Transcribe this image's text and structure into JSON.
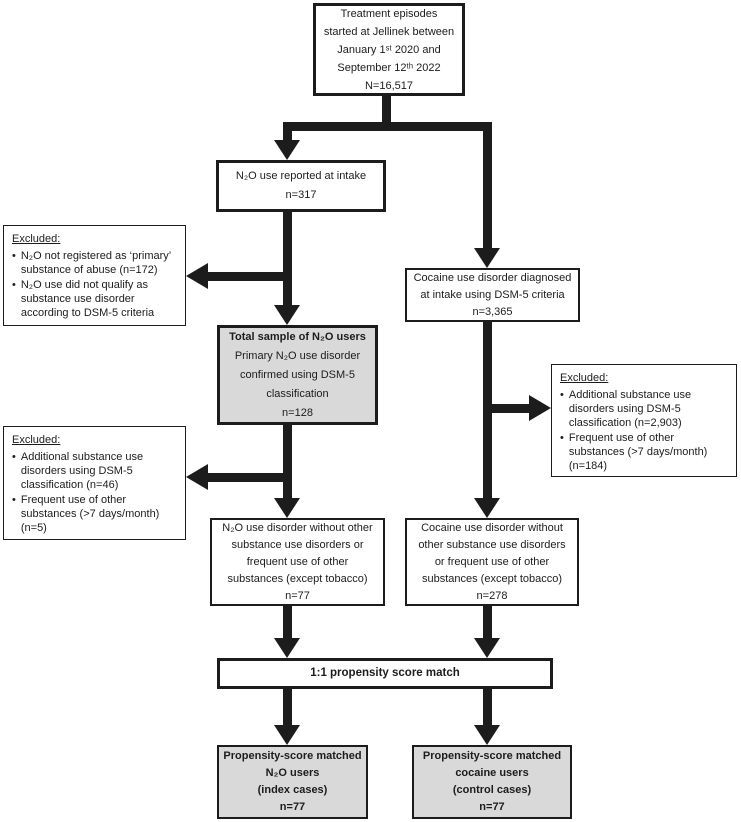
{
  "diagram": {
    "bullet_glyph": "•",
    "colors": {
      "line": "#1c1c1c",
      "box_fill": "#ffffff",
      "highlight_fill": "#d9d9d9",
      "background": "#ffffff"
    },
    "boxes": {
      "treatment_episodes": {
        "lines": [
          "Treatment episodes",
          "started at Jellinek between",
          "January 1ˢᵗ 2020 and",
          "September 12ᵗʰ 2022",
          "N=16,517"
        ]
      },
      "n2o_intake": {
        "lines": [
          "N₂O use reported at intake",
          "n=317"
        ]
      },
      "excluded_n2o_intake": {
        "title": "Excluded:",
        "items": [
          "N₂O not registered as ‘primary’ substance of abuse (n=172)",
          "N₂O use did not qualify as substance use disorder according to DSM-5 criteria"
        ]
      },
      "cocaine_intake": {
        "lines": [
          "Cocaine use disorder diagnosed",
          "at intake using DSM-5 criteria",
          "n=3,365"
        ]
      },
      "total_n2o_sample": {
        "title": "Total sample of N₂O users",
        "lines": [
          "Primary N₂O use disorder",
          "confirmed using DSM-5",
          "classification",
          "n=128"
        ]
      },
      "excluded_cocaine": {
        "title": "Excluded:",
        "items": [
          "Additional substance use disorders using DSM-5 classification (n=2,903)",
          "Frequent use of other substances (>7 days/month) (n=184)"
        ]
      },
      "excluded_n2o_disorders": {
        "title": "Excluded:",
        "items": [
          "Additional substance use disorders using DSM-5 classification (n=46)",
          "Frequent use of other substances (>7 days/month) (n=5)"
        ]
      },
      "n2o_clean": {
        "lines": [
          "N₂O use disorder without other",
          "substance use disorders or",
          "frequent use of other",
          "substances (except tobacco)",
          "n=77"
        ]
      },
      "cocaine_clean": {
        "lines": [
          "Cocaine use disorder without",
          "other substance use disorders",
          "or frequent use of other",
          "substances (except tobacco)",
          "n=278"
        ]
      },
      "propensity_match": {
        "label": "1:1 propensity score match"
      },
      "matched_n2o": {
        "lines": [
          "Propensity-score matched",
          "N₂O users",
          "(index cases)",
          "n=77"
        ]
      },
      "matched_cocaine": {
        "lines": [
          "Propensity-score matched",
          "cocaine users",
          "(control cases)",
          "n=77"
        ]
      }
    }
  }
}
